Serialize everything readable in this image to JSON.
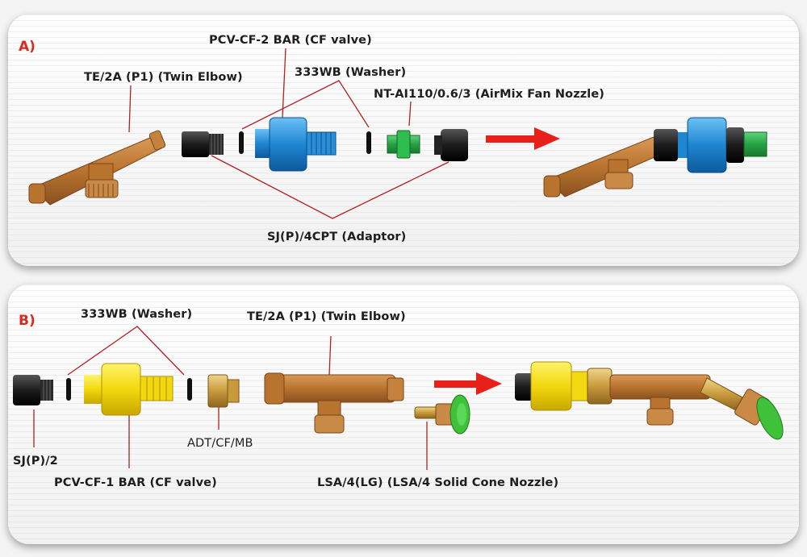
{
  "panel_a": {
    "tag": "A)",
    "labels": {
      "twin_elbow": "TE/2A (P1) (Twin Elbow)",
      "cf_valve": "PCV-CF-2 BAR (CF valve)",
      "washer": "333WB (Washer)",
      "nozzle": "NT-AI110/0.6/3 (AirMix Fan Nozzle)",
      "adaptor": "SJ(P)/4CPT (Adaptor)"
    }
  },
  "panel_b": {
    "tag": "B)",
    "labels": {
      "washer": "333WB (Washer)",
      "twin_elbow": "TE/2A (P1) (Twin Elbow)",
      "adaptor_cap": "SJ(P)/2",
      "adt": "ADT/CF/MB",
      "cf_valve": "PCV-CF-1 BAR (CF valve)",
      "nozzle": "LSA/4(LG) (LSA/4 Solid Cone Nozzle)"
    }
  },
  "colors": {
    "arrow": "#e8201a",
    "elbow": "#c07a35",
    "valve_a": "#2a8fd8",
    "valve_b": "#f4dc12",
    "nozzle_a": "#2fae4a",
    "nozzle_b": "#3fc23a",
    "brass": "#c9a24a",
    "leader": "#b32020"
  }
}
